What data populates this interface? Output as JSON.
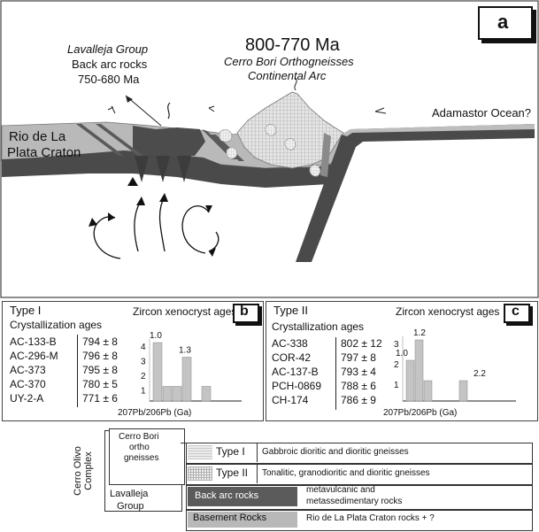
{
  "panel_a": {
    "letter": "a",
    "lavalleja_title": "Lavalleja Group",
    "backarc_line1": "Back arc rocks",
    "backarc_line2": "750-680 Ma",
    "age_main": "800-770 Ma",
    "cerro_bori": "Cerro Bori Orthogneisses",
    "continental_arc": "Continental Arc",
    "rio_line1": "Rio de La",
    "rio_line2": "Plata Craton",
    "ocean": "Adamastor Ocean?"
  },
  "panel_b": {
    "letter": "b",
    "type": "Type I",
    "cryst_title": "Crystallization ages",
    "zircon_title": "Zircon xenocryst ages",
    "samples": [
      {
        "name": "AC-133-B",
        "age": "794 ± 8"
      },
      {
        "name": "AC-296-M",
        "age": "796 ± 8"
      },
      {
        "name": "AC-373",
        "age": "795 ± 8"
      },
      {
        "name": "AC-370",
        "age": "780 ± 5"
      },
      {
        "name": "UY-2-A",
        "age": "771 ± 6"
      }
    ]
  },
  "panel_c": {
    "letter": "c",
    "type": "Type II",
    "cryst_title": "Crystallization ages",
    "zircon_title": "Zircon xenocryst ages",
    "samples": [
      {
        "name": "AC-338",
        "age": "802 ± 12"
      },
      {
        "name": "COR-42",
        "age": "797 ± 8"
      },
      {
        "name": "AC-137-B",
        "age": "793 ± 4"
      },
      {
        "name": "PCH-0869",
        "age": "788 ± 6"
      },
      {
        "name": "CH-174",
        "age": "786 ± 9"
      }
    ]
  },
  "chart_data": [
    {
      "type": "bar",
      "xlabel": "207Pb/206Pb (Ga)",
      "ylim": [
        0,
        4
      ],
      "y_ticks": [
        "1",
        "2",
        "3",
        "4"
      ],
      "values": [
        4,
        1,
        1,
        3,
        0,
        1
      ],
      "peak_labels": [
        "1.0",
        "1.3"
      ]
    },
    {
      "type": "bar",
      "xlabel": "207Pb/206Pb (Ga)",
      "ylim": [
        0,
        3
      ],
      "y_ticks": [
        "1",
        "2",
        "3"
      ],
      "values": [
        2,
        3,
        1,
        0,
        0,
        0,
        1
      ],
      "peak_labels": [
        "1.0",
        "1.2",
        "2.2"
      ]
    }
  ],
  "legend": {
    "complex_label": "Cerro Olivo Complex",
    "cerro_bori_l1": "Cerro Bori",
    "cerro_bori_l2": "ortho",
    "cerro_bori_l3": "gneisses",
    "lavalleja_l1": "Lavalleja",
    "lavalleja_l2": "Group",
    "rows": [
      {
        "name": "Type I",
        "desc": "Gabbroic dioritic and dioritic gneisses"
      },
      {
        "name": "Type II",
        "desc": "Tonalitic, granodioritic and dioritic gneisses"
      },
      {
        "name": "Back arc rocks",
        "desc1": "metavulcanic and",
        "desc2": "metassedimentary rocks"
      },
      {
        "name": "Basement Rocks",
        "desc": "Rio de La Plata Craton rocks + ?"
      }
    ]
  }
}
